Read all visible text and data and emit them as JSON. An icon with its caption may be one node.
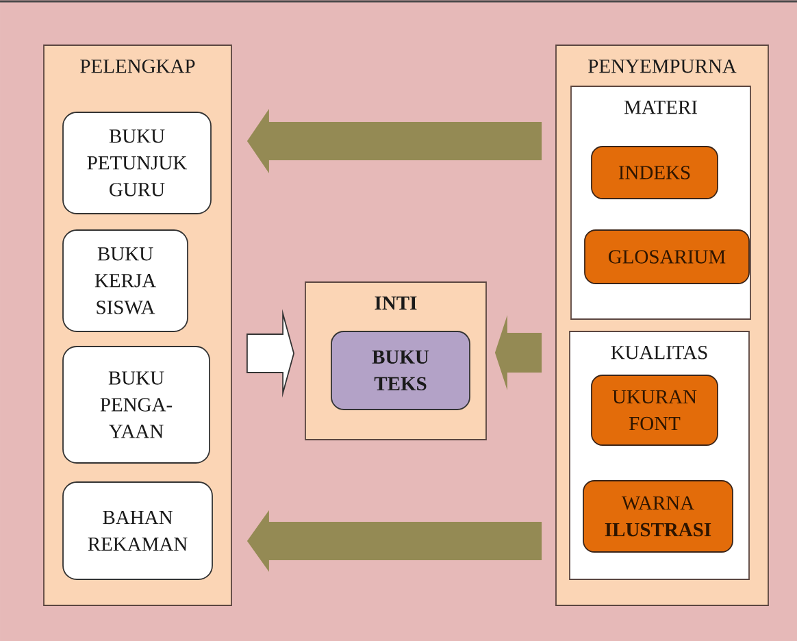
{
  "diagram": {
    "nodes": [
      {
        "text": [
          "PELENGKAP"
        ]
      },
      {
        "text": [
          "BUKU PETUNJUK GURU"
        ],
        "in": 0
      },
      {
        "text": [
          "BUKU KERJA SISWA"
        ],
        "in": 0
      },
      {
        "text": [
          "BUKU PENGA- YAAN"
        ],
        "in": 0
      },
      {
        "text": [
          "BAHAN REKAMAN"
        ],
        "in": 0
      },
      {
        "text": [
          "INTI"
        ]
      },
      {
        "text": [
          "BUKU TEKS"
        ],
        "in": 5
      },
      {
        "text": [
          "PENYEMPURNA"
        ]
      },
      {
        "text": [
          "MATERI"
        ],
        "in": 7
      },
      {
        "text": [
          "INDEKS"
        ],
        "in": 8
      },
      {
        "text": [
          "GLOSARIUM"
        ],
        "in": 8
      },
      {
        "text": [
          "KUALITAS"
        ],
        "in": 7
      },
      {
        "text": [
          "UKURAN FONT"
        ],
        "in": 11
      },
      {
        "text": [
          "WARNA **ILUSTRASI**"
        ],
        "in": 11
      }
    ],
    "edges": [
      {
        "from": 7,
        "to": 0,
        "arrow": "to"
      },
      {
        "from": 0,
        "to": 5,
        "arrow": "to",
        "color": "#ffffff"
      },
      {
        "from": 7,
        "to": 5,
        "arrow": "to"
      },
      {
        "from": 7,
        "to": 0,
        "arrow": "to"
      }
    ]
  }
}
